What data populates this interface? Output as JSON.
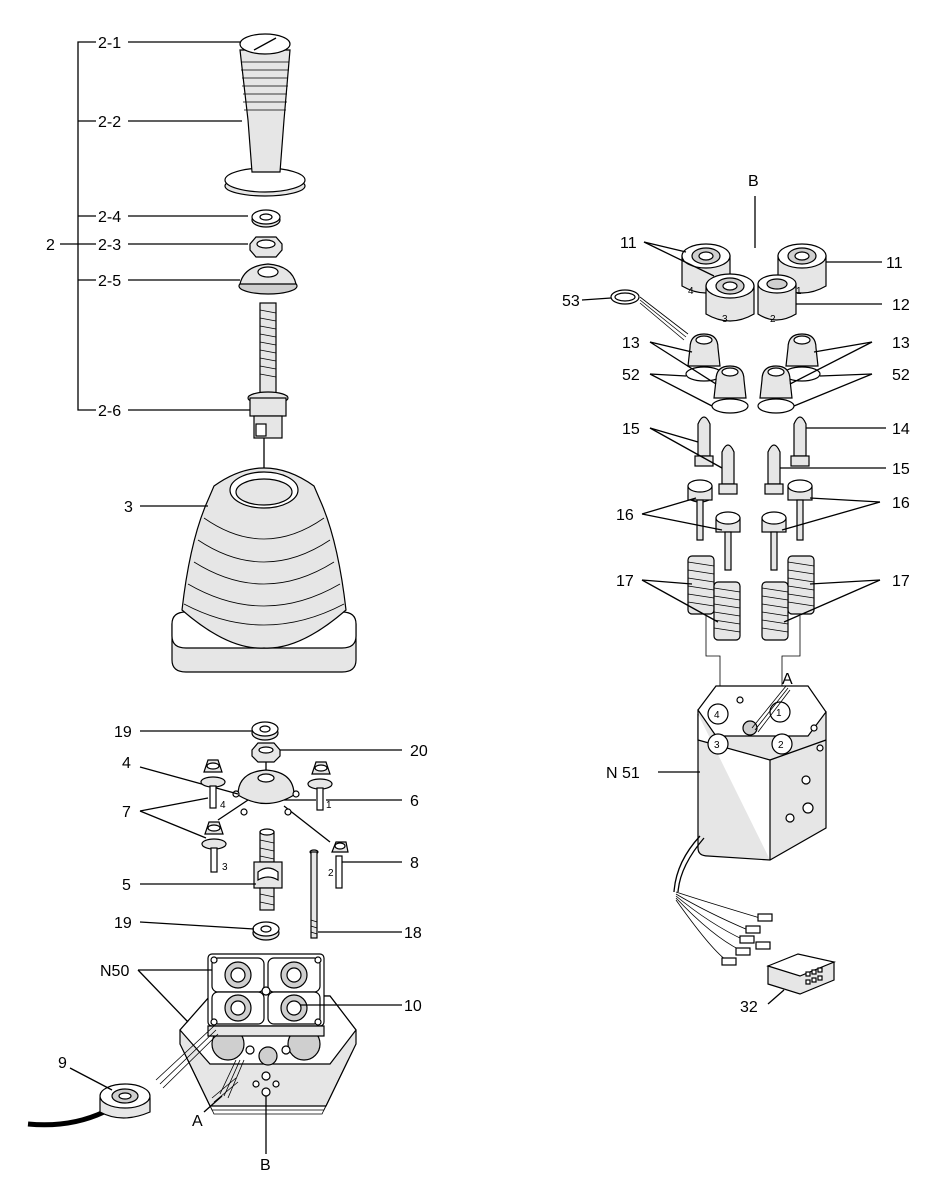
{
  "labels": {
    "l2": "2",
    "l2_1": "2-1",
    "l2_2": "2-2",
    "l2_4": "2-4",
    "l2_3": "2-3",
    "l2_5": "2-5",
    "l2_6": "2-6",
    "l3": "3",
    "l19a": "19",
    "l20": "20",
    "l4": "4",
    "l6": "6",
    "l7": "7",
    "l5": "5",
    "l8": "8",
    "l19b": "19",
    "l18": "18",
    "lN50": "N50",
    "l10": "10",
    "l9": "9",
    "lA_left": "A",
    "lB_left": "B",
    "lB_right": "B",
    "l11a": "11",
    "l11b": "11",
    "l53": "53",
    "l12": "12",
    "l13a": "13",
    "l13b": "13",
    "l52a": "52",
    "l52b": "52",
    "l15a": "15",
    "l14": "14",
    "l15b": "15",
    "l16a": "16",
    "l16b": "16",
    "l17a": "17",
    "l17b": "17",
    "lA_right": "A",
    "lN51": "N 51",
    "l32": "32"
  },
  "marks": {
    "m4a": "4",
    "m3a": "3",
    "m1a": "1",
    "m2a": "2",
    "b4": "4",
    "b3": "3",
    "b1": "1",
    "b2": "2",
    "p4": "4",
    "p1": "1",
    "p3": "3",
    "p2": "2"
  }
}
